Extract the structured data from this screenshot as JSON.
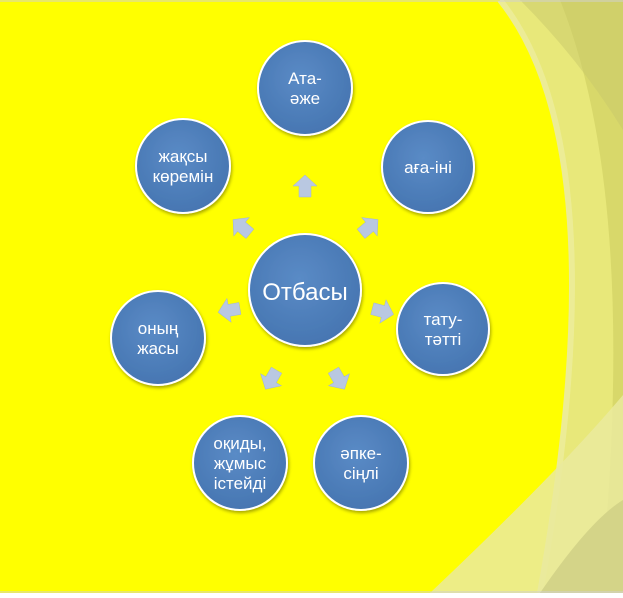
{
  "diagram": {
    "center_label": "Отбасы",
    "nodes": [
      {
        "id": "ata-azhe",
        "lines": [
          "Ата-",
          "әже"
        ]
      },
      {
        "id": "aga-ini",
        "lines": [
          "аға-іні"
        ]
      },
      {
        "id": "tatu-tatti",
        "lines": [
          "тату-",
          "тәтті"
        ]
      },
      {
        "id": "apke-sindi",
        "lines": [
          "әпке-",
          "сіңлі"
        ]
      },
      {
        "id": "okidy-zhumys",
        "lines": [
          "оқиды,",
          "жұмыс",
          "істейді"
        ]
      },
      {
        "id": "onyn-zhasy",
        "lines": [
          "оның",
          "жасы"
        ]
      },
      {
        "id": "zhaksy-koremin",
        "lines": [
          "жақсы",
          "көремін"
        ]
      }
    ]
  },
  "colors": {
    "background": "#ffff00",
    "circle_fill": "#4f81bd",
    "circle_stroke": "#ffffff",
    "arrow_fill": "#b9c8e1",
    "text": "#ffffff",
    "accent_olive": "#d8d86a"
  }
}
